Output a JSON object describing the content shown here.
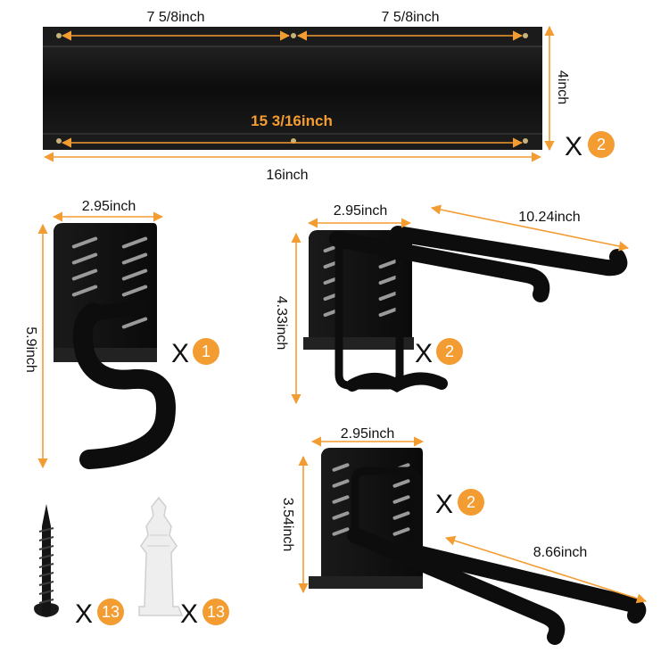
{
  "colors": {
    "accent": "#f39c32",
    "product": "#111111",
    "background": "#ffffff"
  },
  "rail": {
    "half_width_left": "7 5/8inch",
    "half_width_right": "7 5/8inch",
    "height": "4inch",
    "hole_span": "15 3/16inch",
    "total_width": "16inch",
    "qty_x": "X",
    "qty": "2"
  },
  "s_hook": {
    "width": "2.95inch",
    "height": "5.9inch",
    "qty_x": "X",
    "qty": "1"
  },
  "double_hook_large": {
    "width": "2.95inch",
    "length": "10.24inch",
    "height": "4.33inch",
    "qty_x": "X",
    "qty": "2"
  },
  "double_hook_small": {
    "width": "2.95inch",
    "length": "8.66inch",
    "height": "3.54inch",
    "qty_x": "X",
    "qty": "2"
  },
  "screw": {
    "qty_x": "X",
    "qty": "13"
  },
  "anchor": {
    "qty_x": "X",
    "qty": "13"
  }
}
